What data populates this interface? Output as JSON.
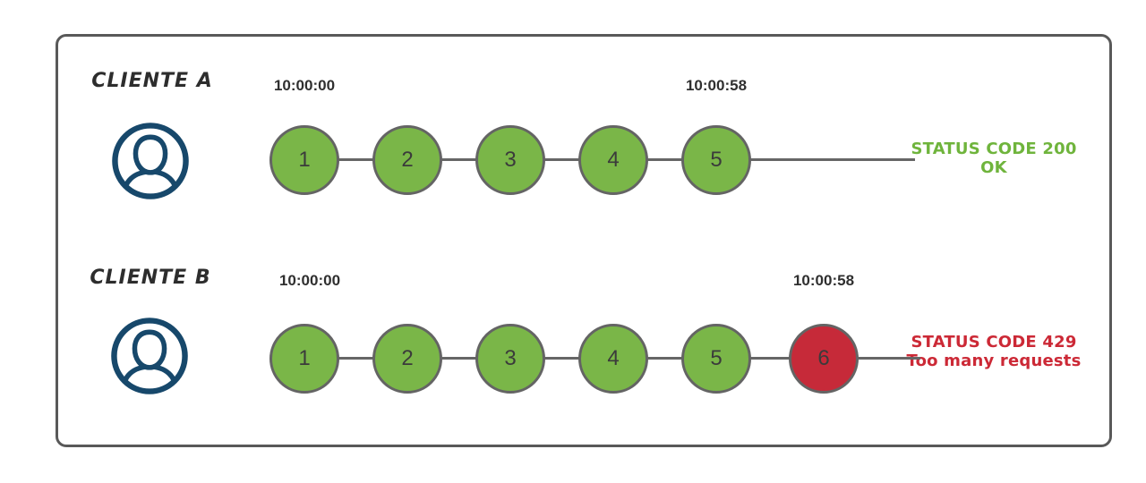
{
  "rows": [
    {
      "client": "CLIENTE A",
      "time_start": "10:00:00",
      "time_end": "10:00:58",
      "requests": [
        {
          "label": "1",
          "state": "success"
        },
        {
          "label": "2",
          "state": "success"
        },
        {
          "label": "3",
          "state": "success"
        },
        {
          "label": "4",
          "state": "success"
        },
        {
          "label": "5",
          "state": "success"
        }
      ],
      "status": {
        "code_line": "STATUS CODE 200",
        "message_line": "OK"
      }
    },
    {
      "client": "CLIENTE B",
      "time_start": "10:00:00",
      "time_end": "10:00:58",
      "requests": [
        {
          "label": "1",
          "state": "success"
        },
        {
          "label": "2",
          "state": "success"
        },
        {
          "label": "3",
          "state": "success"
        },
        {
          "label": "4",
          "state": "success"
        },
        {
          "label": "5",
          "state": "success"
        },
        {
          "label": "6",
          "state": "blocked"
        }
      ],
      "status": {
        "code_line": "STATUS CODE 429",
        "message_line": "Too many requests"
      }
    }
  ],
  "colors": {
    "success_circle": "#7ab648",
    "blocked_circle": "#c62a39",
    "success_text": "#6fb43c",
    "error_text": "#cc2936",
    "connector_line": "#666666",
    "circle_border": "#646464",
    "person_icon": "#17486b",
    "box_border": "#595959",
    "label_text": "#2d2d2d"
  }
}
